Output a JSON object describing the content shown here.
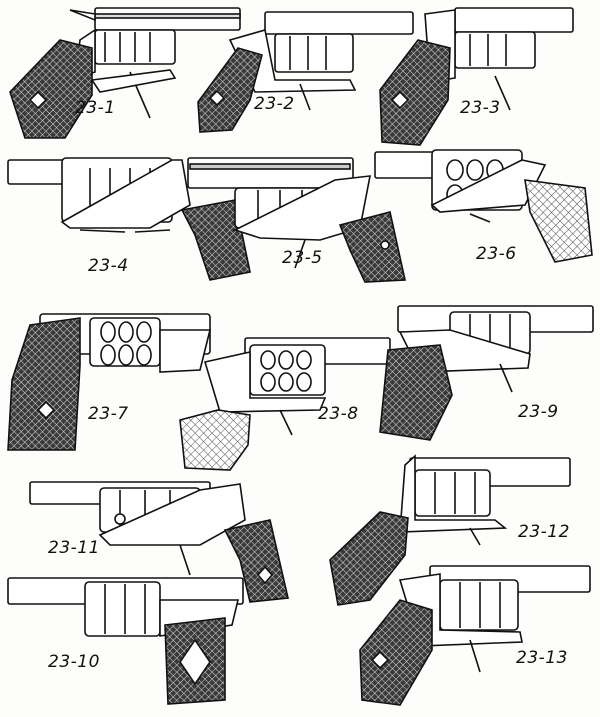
{
  "figures": [
    {
      "label": "23-1"
    },
    {
      "label": "23-2"
    },
    {
      "label": "23-3"
    },
    {
      "label": "23-4"
    },
    {
      "label": "23-5"
    },
    {
      "label": "23-6"
    },
    {
      "label": "23-7"
    },
    {
      "label": "23-8"
    },
    {
      "label": "23-9"
    },
    {
      "label": "23-11"
    },
    {
      "label": "23-12"
    },
    {
      "label": "23-10"
    },
    {
      "label": "23-13"
    }
  ],
  "ink_color": "#111111",
  "grip_color": "#2a2a2a",
  "paper_color": "#fdfdfb"
}
